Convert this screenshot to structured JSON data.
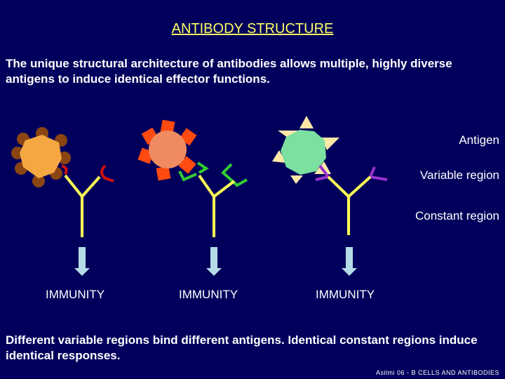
{
  "title": "ANTIBODY STRUCTURE",
  "intro": "The unique structural architecture of antibodies allows multiple, highly diverse antigens to induce identical effector functions.",
  "labels": {
    "antigen": "Antigen",
    "variable": "Variable region",
    "constant": "Constant region"
  },
  "antibodies": [
    {
      "outcome": "IMMUNITY",
      "antigen_color": "#f5a742",
      "knob_color": "#8b4513",
      "variable_color": "#cc1111"
    },
    {
      "outcome": "IMMUNITY",
      "antigen_color": "#f08a60",
      "knob_color": "#ff4a10",
      "variable_color": "#33cc33"
    },
    {
      "outcome": "IMMUNITY",
      "antigen_color": "#7be0a0",
      "knob_color": "#ffe7a8",
      "variable_color": "#9933cc"
    }
  ],
  "constant_color": "#ffff55",
  "arrow_color": "#b5dbe8",
  "footer": "Different variable regions bind different antigens. Identical constant regions induce identical responses.",
  "credit": "Asilmi 06 - B CELLS AND ANTIBODIES"
}
